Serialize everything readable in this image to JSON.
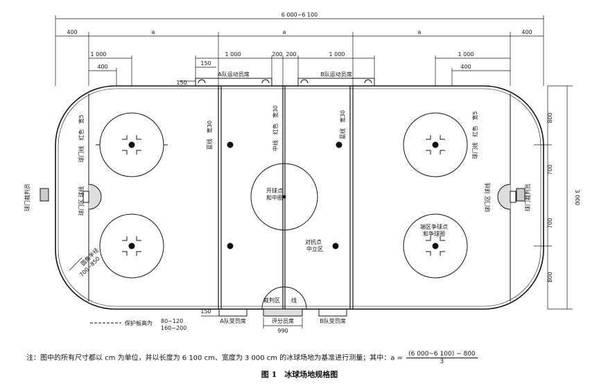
{
  "dims": {
    "total_length": "6 000~6 100",
    "end_400": "400",
    "zone_a": "a",
    "w1000": "1 000",
    "w400": "400",
    "w150": "150",
    "w200": "200",
    "h150": "150",
    "width_3000": "3 000",
    "h800": "800",
    "h700": "700",
    "crease_radius": "700~850",
    "bench_width": "990"
  },
  "labels": {
    "team_a_bench": "A队运动员席",
    "team_b_bench": "B队运动员席",
    "team_a_penalty": "A队受罚席",
    "team_b_penalty": "B队受罚席",
    "scorers_bench": "评分员席",
    "blue_line": "蓝线　宽30",
    "center_line": "中线　红色　宽30",
    "goal_line": "球门线　红色　宽5",
    "goal_crease": "球门区 球线",
    "goal_judge": "球门裁判员",
    "corner_radius": "圆角半径",
    "center_circle": "开球点\n和中圈",
    "faceoff_neutral": "对抗点\n中立区",
    "faceoff_end": "端区争球点\n和争球圈",
    "referee_crease": "裁判区",
    "referee_crease_line": "线",
    "board_legend": "保护板高为",
    "board_heights": "80~120\n160~200"
  },
  "note": {
    "text": "注：图中的所有尺寸都以 cm 为单位，并以长度为 6 100 cm、宽度为 3 000 cm 的冰球场地为基准进行测量；其中：a =",
    "numerator": "(6 000~6 100) − 800",
    "denominator": "3"
  },
  "caption": "图 1　冰球场地规格图"
}
